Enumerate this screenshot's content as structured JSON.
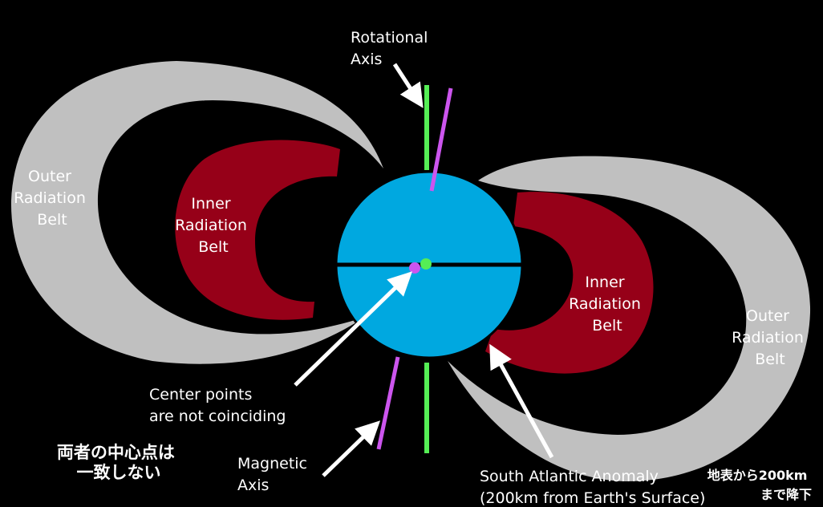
{
  "colors": {
    "background": "#000000",
    "outer_belt": "#c0c0c0",
    "inner_belt": "#960018",
    "earth": "#00a8e0",
    "rotational_axis": "#55ee55",
    "magnetic_axis": "#cc55ee",
    "arrows": "#ffffff",
    "text": "#ffffff"
  },
  "labels": {
    "rotational_axis": [
      "Rotational",
      "Axis"
    ],
    "magnetic_axis": [
      "Magnetic",
      "Axis"
    ],
    "outer_belt_left": [
      "Outer",
      "Radiation",
      "Belt"
    ],
    "outer_belt_right": [
      "Outer",
      "Radiation",
      "Belt"
    ],
    "inner_belt_left": [
      "Inner",
      "Radiation",
      "Belt"
    ],
    "inner_belt_right": [
      "Inner",
      "Radiation",
      "Belt"
    ],
    "center_points": [
      "Center points",
      "are not coinciding"
    ],
    "south_atlantic": [
      "South Atlantic Anomaly",
      "(200km from Earth's Surface)"
    ],
    "jp_center": [
      "両者の中心点は",
      "一致しない"
    ],
    "jp_anomaly": [
      "地表から200km",
      "まで降下"
    ]
  }
}
